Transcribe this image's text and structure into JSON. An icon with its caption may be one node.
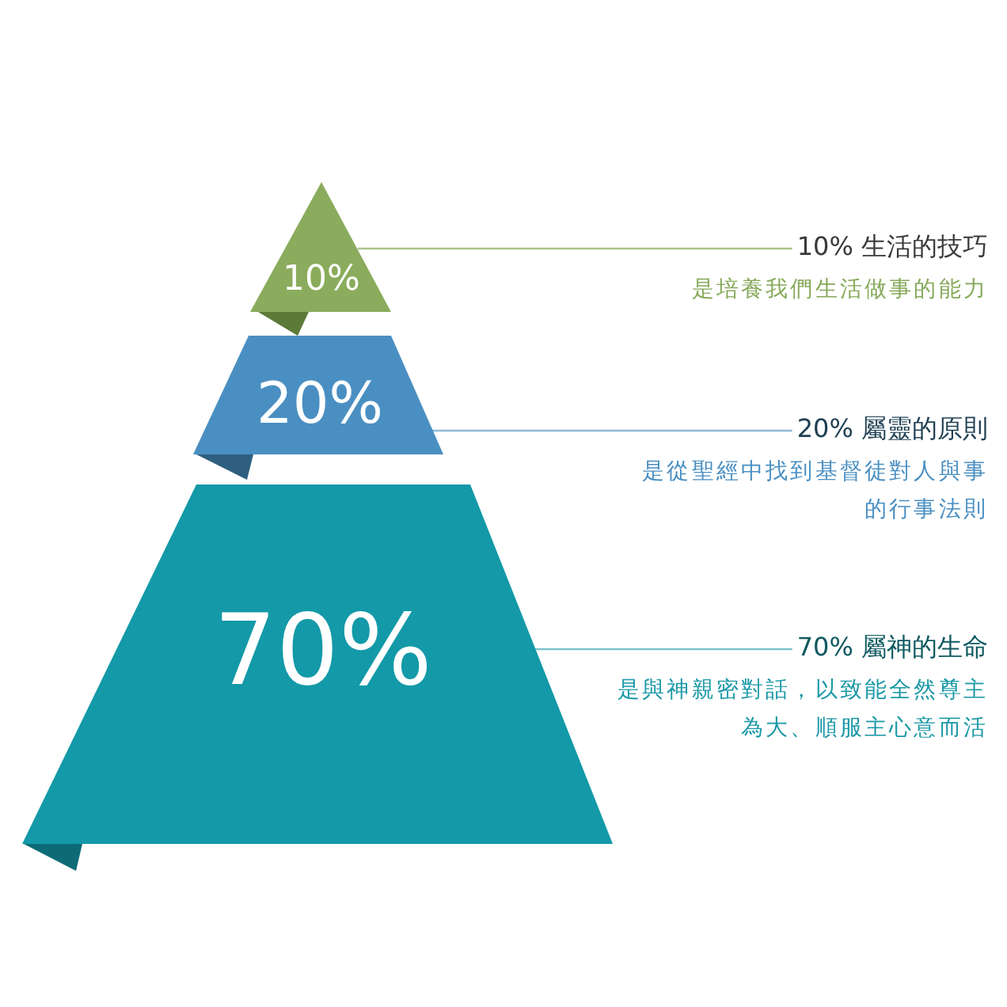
{
  "diagram": {
    "nodes": [
      {
        "text": [
          "10%"
        ]
      },
      {
        "text": [
          "20%"
        ]
      },
      {
        "text": [
          "70%"
        ]
      },
      {
        "text": [
          "10% 生活的技巧",
          "是培養我們生活做事的能力"
        ]
      },
      {
        "text": [
          "20% 屬靈的原則",
          "是從聖經中找到基督徒對人與事的行事法則"
        ]
      },
      {
        "text": [
          "70% 屬神的生命",
          "是與神親密對話，以致能全然尊主為大、順服主心意而活"
        ]
      }
    ],
    "edges": [
      {
        "from": 0,
        "to": 3,
        "arrow": "none",
        "color": "#a9c38a"
      },
      {
        "from": 1,
        "to": 4,
        "arrow": "none",
        "color": "#8fb9d8"
      },
      {
        "from": 2,
        "to": 5,
        "arrow": "none",
        "color": "#7cc3cc"
      }
    ]
  }
}
